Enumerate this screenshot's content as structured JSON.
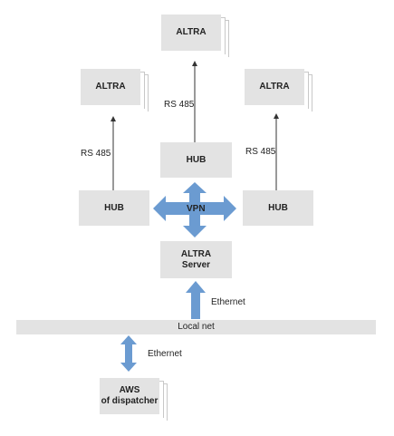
{
  "nodes": {
    "altra_top": "ALTRA",
    "altra_left": "ALTRA",
    "altra_right": "ALTRA",
    "hub_center": "HUB",
    "hub_left": "HUB",
    "hub_right": "HUB",
    "server_line1": "ALTRA",
    "server_line2": "Server",
    "local_net": "Local net",
    "aws_line1": "AWS",
    "aws_line2": "of dispatcher"
  },
  "links": {
    "rs485_center": "RS 485",
    "rs485_left": "RS 485",
    "rs485_right": "RS 485",
    "vpn": "VPN",
    "ethernet_upper": "Ethernet",
    "ethernet_lower": "Ethernet"
  },
  "colors": {
    "box_fill": "#e3e3e3",
    "arrow_blue": "#6b9bd1",
    "line": "#333333"
  }
}
